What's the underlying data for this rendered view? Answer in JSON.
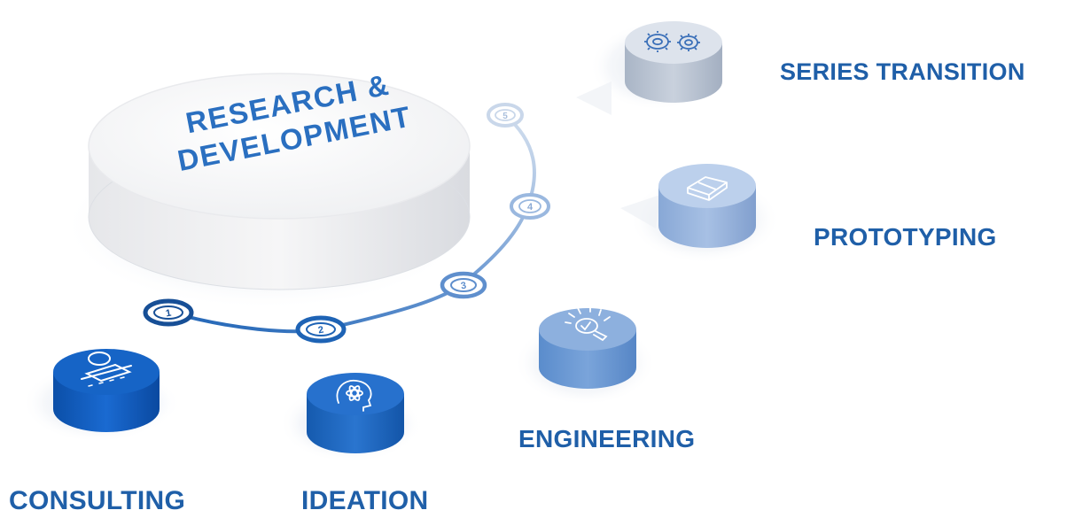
{
  "hub": {
    "title_line1": "RESEARCH &",
    "title_line2": "DEVELOPMENT"
  },
  "steps": [
    {
      "number": "1",
      "label": "CONSULTING",
      "icon": "person-stamp-icon"
    },
    {
      "number": "2",
      "label": "IDEATION",
      "icon": "head-atom-icon"
    },
    {
      "number": "3",
      "label": "ENGINEERING",
      "icon": "lightbulb-icon"
    },
    {
      "number": "4",
      "label": "PROTOTYPING",
      "icon": "cube-icon"
    },
    {
      "number": "5",
      "label": "SERIES TRANSITION",
      "icon": "gears-icon"
    }
  ],
  "colors": {
    "label_blue": "#1f5fa8",
    "title_blue": "#2a6fc0",
    "dark_blue": "#0d5fbf",
    "mid_blue": "#4e82c8",
    "light_blue": "#93b3dc",
    "pale_blue": "#c4cfdd",
    "white_top": "#f8f8f8"
  }
}
